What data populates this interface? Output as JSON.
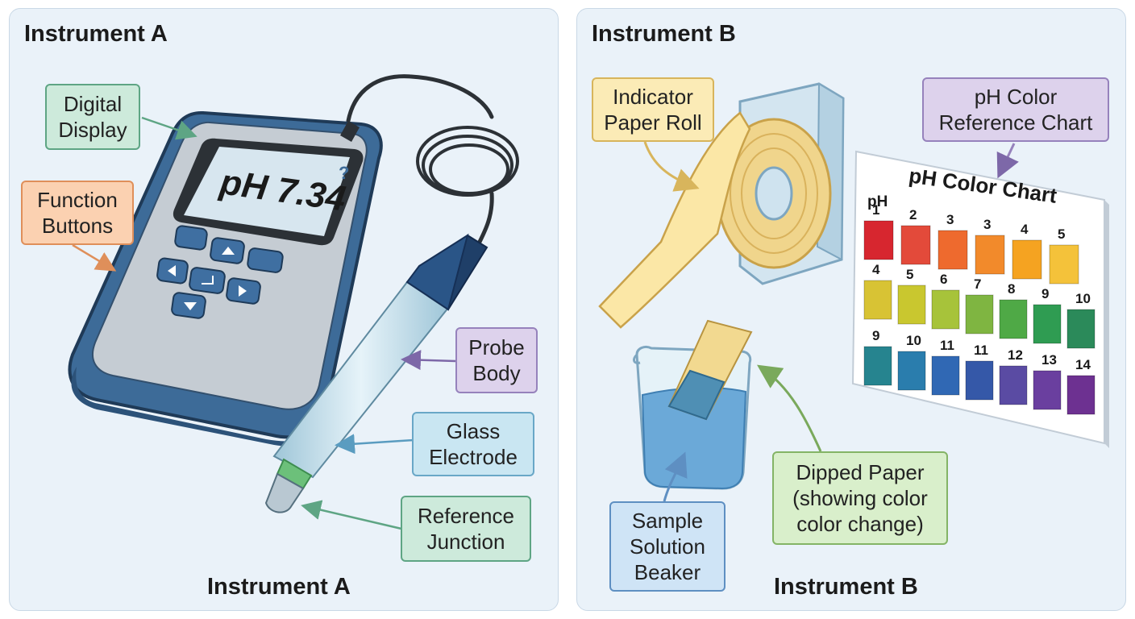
{
  "panel_a": {
    "title_top": "Instrument A",
    "title_bottom": "Instrument A",
    "meter_reading": "pH 7.34",
    "meter_unknown_mark": "?",
    "callouts": {
      "digital_display": "Digital\nDisplay",
      "function_buttons": "Function\nButtons",
      "probe_body": "Probe\nBody",
      "glass_electrode": "Glass\nElectrode",
      "reference_junction": "Reference\nJunction"
    }
  },
  "panel_b": {
    "title_top": "Instrument B",
    "title_bottom": "Instrument B",
    "callouts": {
      "indicator_paper_roll": "Indicator\nPaper Roll",
      "ph_color_reference_chart": "pH Color\nReference Chart",
      "dipped_paper": "Dipped Paper\n(showing color\ncolor change)",
      "sample_solution_beaker": "Sample\nSolution\nBeaker"
    },
    "color_chart": {
      "title": "pH Color Chart",
      "ph_label": "pH",
      "rows": [
        {
          "numbers": [
            "1",
            "2",
            "3",
            "3",
            "4",
            "5"
          ],
          "colors": [
            "#d7262f",
            "#e34a3a",
            "#ee6a2e",
            "#f28a2b",
            "#f5a321",
            "#f4c23a"
          ]
        },
        {
          "numbers": [
            "4",
            "5",
            "6",
            "7",
            "8",
            "9",
            "10"
          ],
          "colors": [
            "#d8c334",
            "#c9c72f",
            "#a7c33a",
            "#7fb541",
            "#4fa946",
            "#2f9c52",
            "#2b8a5a"
          ]
        },
        {
          "numbers": [
            "9",
            "10",
            "11",
            "11",
            "12",
            "13",
            "14"
          ],
          "colors": [
            "#26848f",
            "#2a7dad",
            "#3068b4",
            "#3558a8",
            "#5a4ba3",
            "#6a3f9f",
            "#6d3191"
          ]
        }
      ]
    }
  },
  "colors": {
    "panel_background": "#eaf2f9",
    "meter_body": "#3d6b98",
    "meter_face": "#c5ccd3",
    "screen": "#d7e6ef"
  }
}
